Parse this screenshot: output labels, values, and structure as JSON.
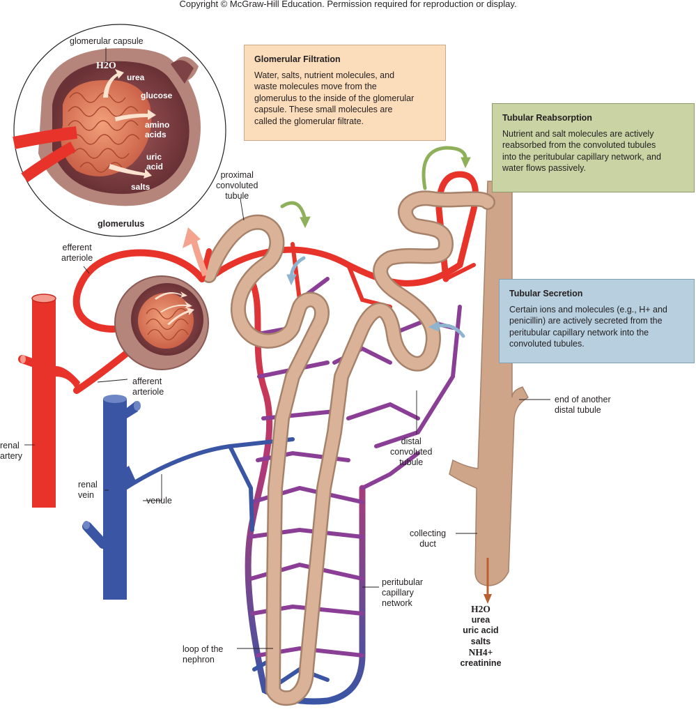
{
  "copyright": "Copyright © McGraw-Hill Education. Permission required for reproduction or display.",
  "boxes": {
    "filtration": {
      "title": "Glomerular Filtration",
      "lines": [
        "Water, salts, nutrient molecules, and",
        "waste molecules move from the",
        "glomerulus to the inside of the glomerular",
        "capsule. These small molecules are",
        "called the glomerular filtrate."
      ],
      "color": "#fbdcbb"
    },
    "reabsorption": {
      "title": "Tubular Reabsorption",
      "lines": [
        "Nutrient and salt molecules are actively",
        "reabsorbed from the convoluted tubules",
        "into the peritubular capillary network, and",
        "water flows passively."
      ],
      "color": "#c9d3a3"
    },
    "secretion": {
      "title": "Tubular Secretion",
      "lines": [
        "Certain ions and molecules (e.g., H+ and",
        "penicillin) are actively secreted from the",
        "peritubular capillary network into the",
        "convoluted tubules."
      ],
      "color": "#b7cfde"
    }
  },
  "inset": {
    "capsule_label": "glomerular capsule",
    "glomerulus_label": "glomerulus",
    "molecules": {
      "h2o": "H2O",
      "urea": "urea",
      "glucose": "glucose",
      "amino": [
        "amino",
        "acids"
      ],
      "uric": [
        "uric",
        "acid"
      ],
      "salts": "salts"
    }
  },
  "labels": {
    "proximal": [
      "proximal",
      "convoluted",
      "tubule"
    ],
    "efferent": [
      "efferent",
      "arteriole"
    ],
    "afferent": [
      "afferent",
      "arteriole"
    ],
    "renal_artery": [
      "renal",
      "artery"
    ],
    "renal_vein": [
      "renal",
      "vein"
    ],
    "venule": "venule",
    "distal": [
      "distal",
      "convoluted",
      "tubule"
    ],
    "end_distal": [
      "end of another",
      "distal tubule"
    ],
    "collecting": [
      "collecting",
      "duct"
    ],
    "peritubular": [
      "peritubular",
      "capillary",
      "network"
    ],
    "loop": [
      "loop of the",
      "nephron"
    ]
  },
  "urine_output": [
    "H2O",
    "urea",
    "uric acid",
    "salts",
    "NH4+",
    "creatinine"
  ],
  "colors": {
    "artery": "#e8332a",
    "vein": "#3a55a4",
    "capillary_mid": "#8a3e95",
    "tubule": "#cfa58a",
    "capsule": "#7a4044",
    "reabsorb_arrow": "#8fb05a",
    "secrete_arrow": "#8fb4cf"
  }
}
